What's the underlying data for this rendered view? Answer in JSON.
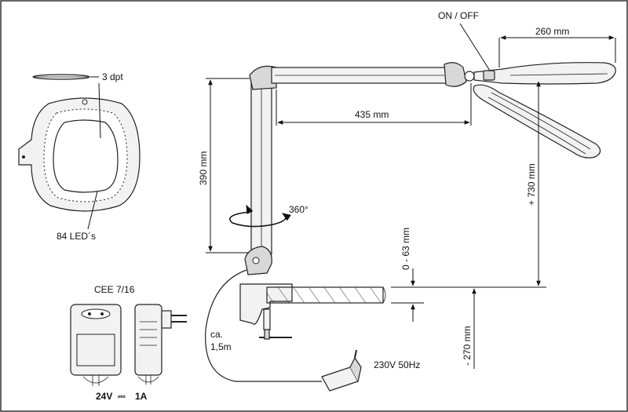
{
  "labels": {
    "on_off": "ON / OFF",
    "width_260": "260 mm",
    "arm_435": "435 mm",
    "height_390": "390 mm",
    "reach_730": "+ 730 mm",
    "rotate_360": "360°",
    "clamp_0_63": "0 - 63 mm",
    "below_270": "- 270 mm",
    "lens_dpt": "3 dpt",
    "leds": "84 LED´s",
    "plug_type": "CEE 7/16",
    "cable_ca": "ca.",
    "cable_len": "1,5m",
    "mains": "230V  50Hz",
    "adapter_v": "24V",
    "adapter_dc": "⎓",
    "adapter_a": "1A"
  },
  "colors": {
    "line": "#111111",
    "part_fill": "#f2f2f2",
    "border": "#333333"
  }
}
